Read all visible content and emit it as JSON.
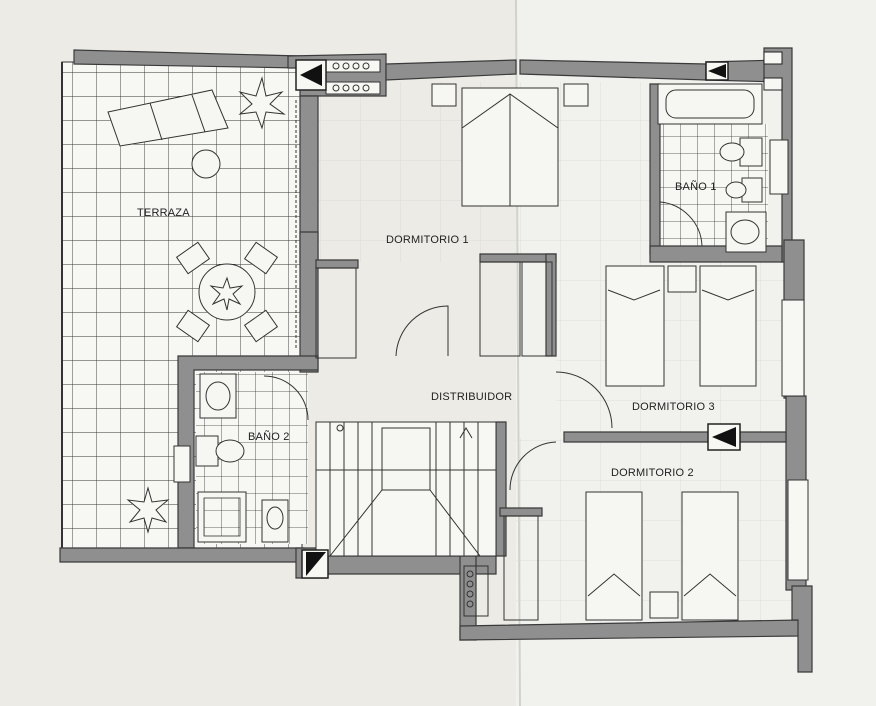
{
  "rooms": {
    "terraza": "TERRAZA",
    "dormitorio1": "DORMITORIO 1",
    "bano1": "BAÑO 1",
    "bano2": "BAÑO 2",
    "distribuidor": "DISTRIBUIDOR",
    "dormitorio3": "DORMITORIO 3",
    "dormitorio2": "DORMITORIO 2"
  }
}
